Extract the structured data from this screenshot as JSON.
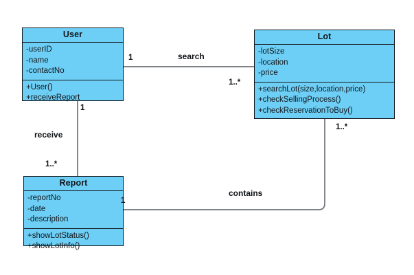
{
  "diagram": {
    "type": "uml-class-diagram",
    "background_color": "#FFFFFF",
    "class_fill_color": "#6DCFF6",
    "border_color": "#111418",
    "line_color": "#6E7278",
    "classes": [
      {
        "id": "user",
        "name": "User",
        "attributes": [
          "-userID",
          "-name",
          "-contactNo"
        ],
        "operations": [
          "+User()",
          "+receiveReport"
        ]
      },
      {
        "id": "lot",
        "name": "Lot",
        "attributes": [
          "-lotSize",
          "-location",
          "-price"
        ],
        "operations": [
          "+searchLot(size,location,price)",
          "+checkSellingProcess()",
          "+checkReservationToBuy()"
        ]
      },
      {
        "id": "report",
        "name": "Report",
        "attributes": [
          "-reportNo",
          "-date",
          "-description"
        ],
        "operations": [
          "+showLotStatus()",
          "+showLotInfo()"
        ]
      }
    ],
    "associations": [
      {
        "id": "search",
        "label": "search",
        "from": "user",
        "to": "lot",
        "from_multiplicity": "1",
        "to_multiplicity": "1..*"
      },
      {
        "id": "receive",
        "label": "receive",
        "from": "user",
        "to": "report",
        "from_multiplicity": "1",
        "to_multiplicity": "1..*"
      },
      {
        "id": "contains",
        "label": "contains",
        "from": "report",
        "to": "lot",
        "from_multiplicity": "1",
        "to_multiplicity": "1..*"
      }
    ]
  }
}
